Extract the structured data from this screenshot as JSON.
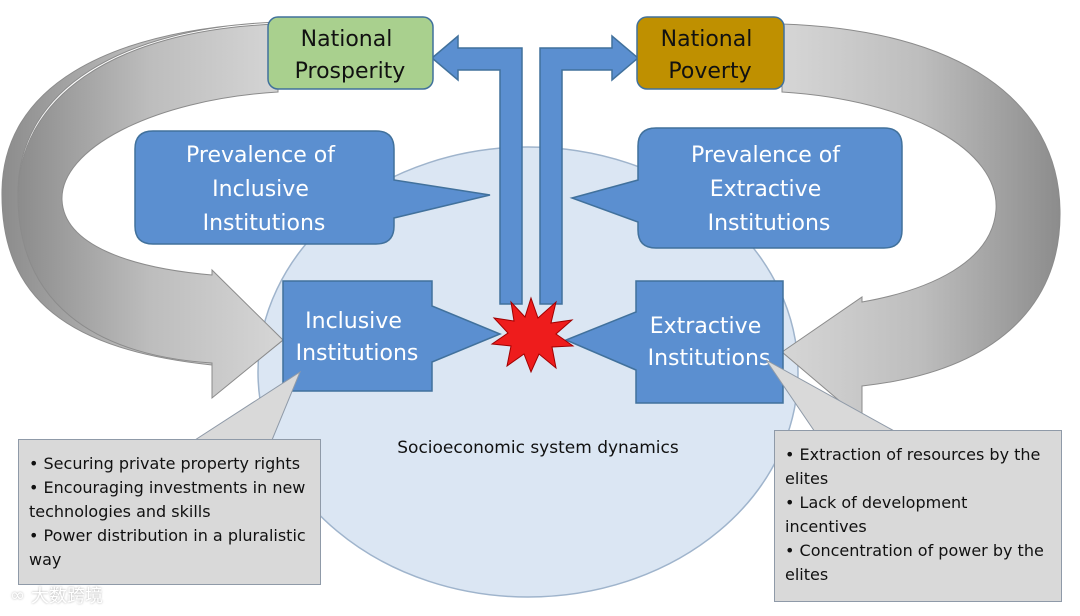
{
  "nodes": {
    "national_prosperity": [
      "National",
      "Prosperity"
    ],
    "national_poverty": [
      "National",
      "Poverty"
    ],
    "prevalence_inclusive": [
      "Prevalence of",
      "Inclusive",
      "Institutions"
    ],
    "prevalence_extractive": [
      "Prevalence of",
      "Extractive",
      "Institutions"
    ],
    "inclusive_institutions": [
      "Inclusive",
      "Institutions"
    ],
    "extractive_institutions": [
      "Extractive",
      "Institutions"
    ],
    "system_label": "Socioeconomic system dynamics"
  },
  "notes": {
    "inclusive": [
      "• Securing private property rights",
      "• Encouraging investments in new technologies and skills",
      "• Power distribution in a pluralistic way"
    ],
    "extractive": [
      "• Extraction of resources by the elites",
      "• Lack of development incentives",
      "• Concentration of power by the elites"
    ]
  },
  "watermark": "大数跨境",
  "colors": {
    "blue_box": "#5b8fd0",
    "blue_border": "#41719c",
    "prosperity_fill": "#a9d08e",
    "poverty_fill": "#bf9000",
    "ellipse_fill": "#dbe6f3",
    "gray_arrow": "#c7c7c7",
    "star_fill": "#ee1c1c",
    "note_fill": "#d9d9d9"
  }
}
